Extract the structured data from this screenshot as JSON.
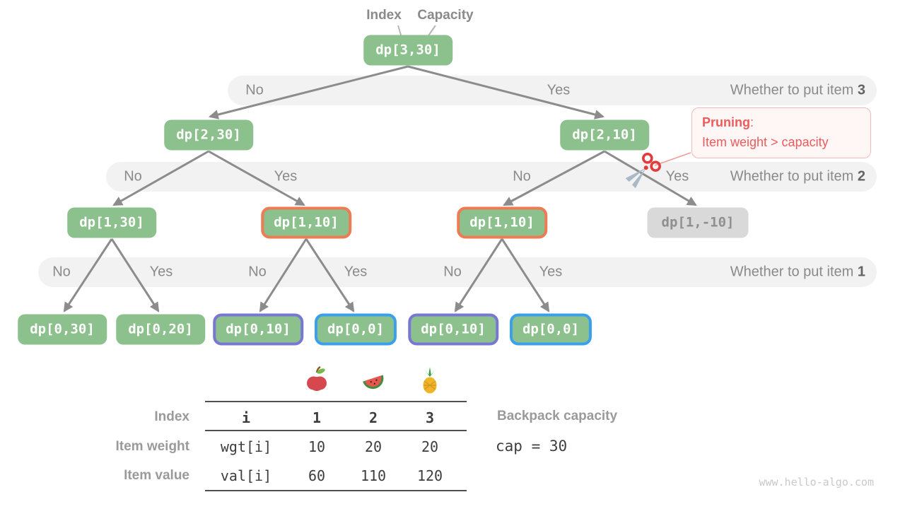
{
  "header": {
    "index_label": "Index",
    "capacity_label": "Capacity"
  },
  "nodes": {
    "root": "dp[3,30]",
    "n2_30": "dp[2,30]",
    "n2_10": "dp[2,10]",
    "n1_30": "dp[1,30]",
    "n1_10_left": "dp[1,10]",
    "n1_10_right": "dp[1,10]",
    "n1_neg10": "dp[1,-10]",
    "n0_30": "dp[0,30]",
    "n0_20": "dp[0,20]",
    "n0_10_left": "dp[0,10]",
    "n0_0_left": "dp[0,0]",
    "n0_10_right": "dp[0,10]",
    "n0_0_right": "dp[0,0]"
  },
  "bands": [
    {
      "labels": [
        "No",
        "Yes"
      ],
      "question": "Whether to put item ",
      "item": "3"
    },
    {
      "labels": [
        "No",
        "Yes",
        "No",
        "Yes"
      ],
      "question": "Whether to put item ",
      "item": "2"
    },
    {
      "labels": [
        "No",
        "Yes",
        "No",
        "Yes",
        "No",
        "Yes"
      ],
      "question": "Whether to put item ",
      "item": "1"
    }
  ],
  "pruning": {
    "title": "Pruning",
    "colon": ":",
    "detail": "Item weight > capacity"
  },
  "items_table": {
    "row_headers": [
      "Index",
      "Item weight",
      "Item value"
    ],
    "fruit_icons": [
      "apple-icon",
      "watermelon-icon",
      "pineapple-icon"
    ],
    "rows": [
      [
        "i",
        "1",
        "2",
        "3"
      ],
      [
        "wgt[i]",
        "10",
        "20",
        "20"
      ],
      [
        "val[i]",
        "60",
        "110",
        "120"
      ]
    ]
  },
  "backpack": {
    "label": "Backpack capacity",
    "value": "cap = 30"
  },
  "watermark": "www.hello-algo.com",
  "colors": {
    "node_green": "#8cc08c",
    "node_gray": "#d9d9d9",
    "border_orange": "#ed7b53",
    "border_purple": "#7878d4",
    "border_blue": "#3ba0ec",
    "band_gray": "#f2f2f2",
    "edge_gray": "#8c8c8c",
    "pruning_red": "#ef5a5a"
  }
}
